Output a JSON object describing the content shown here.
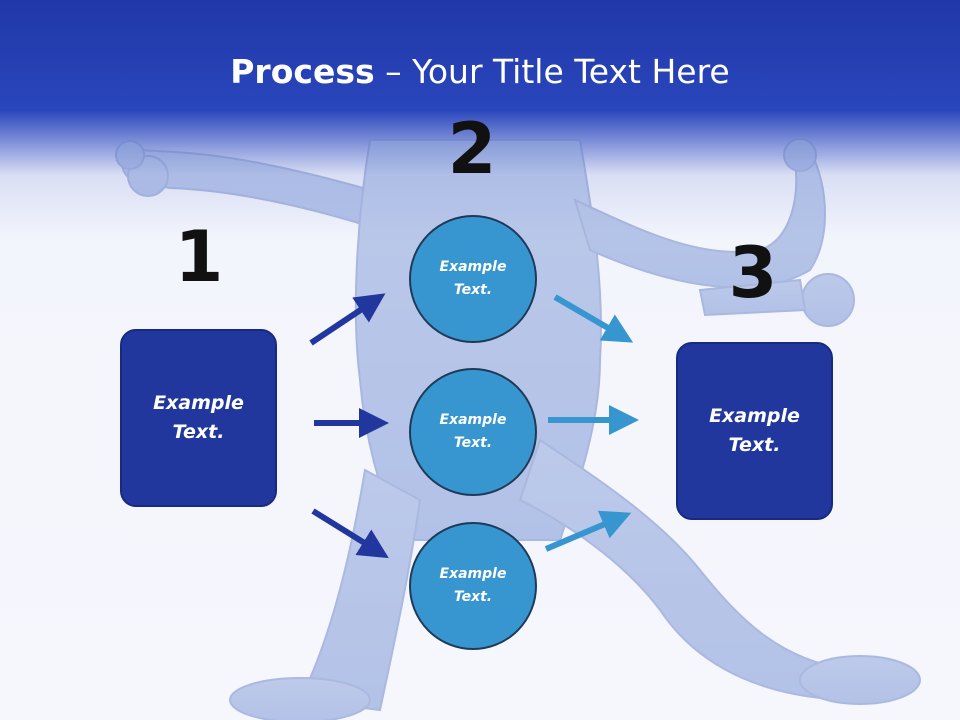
{
  "title": {
    "bold": "Process",
    "rest": " – Your Title Text Here"
  },
  "steps": [
    "1",
    "2",
    "3"
  ],
  "left_box": "Example Text.",
  "right_box": "Example Text.",
  "circles": [
    "Example Text.",
    "Example Text.",
    "Example Text."
  ],
  "colors": {
    "header": "#2038a8",
    "box": "#22379e",
    "circle": "#3796d0",
    "arrow_left": "#22379e",
    "arrow_right": "#3796d0"
  }
}
